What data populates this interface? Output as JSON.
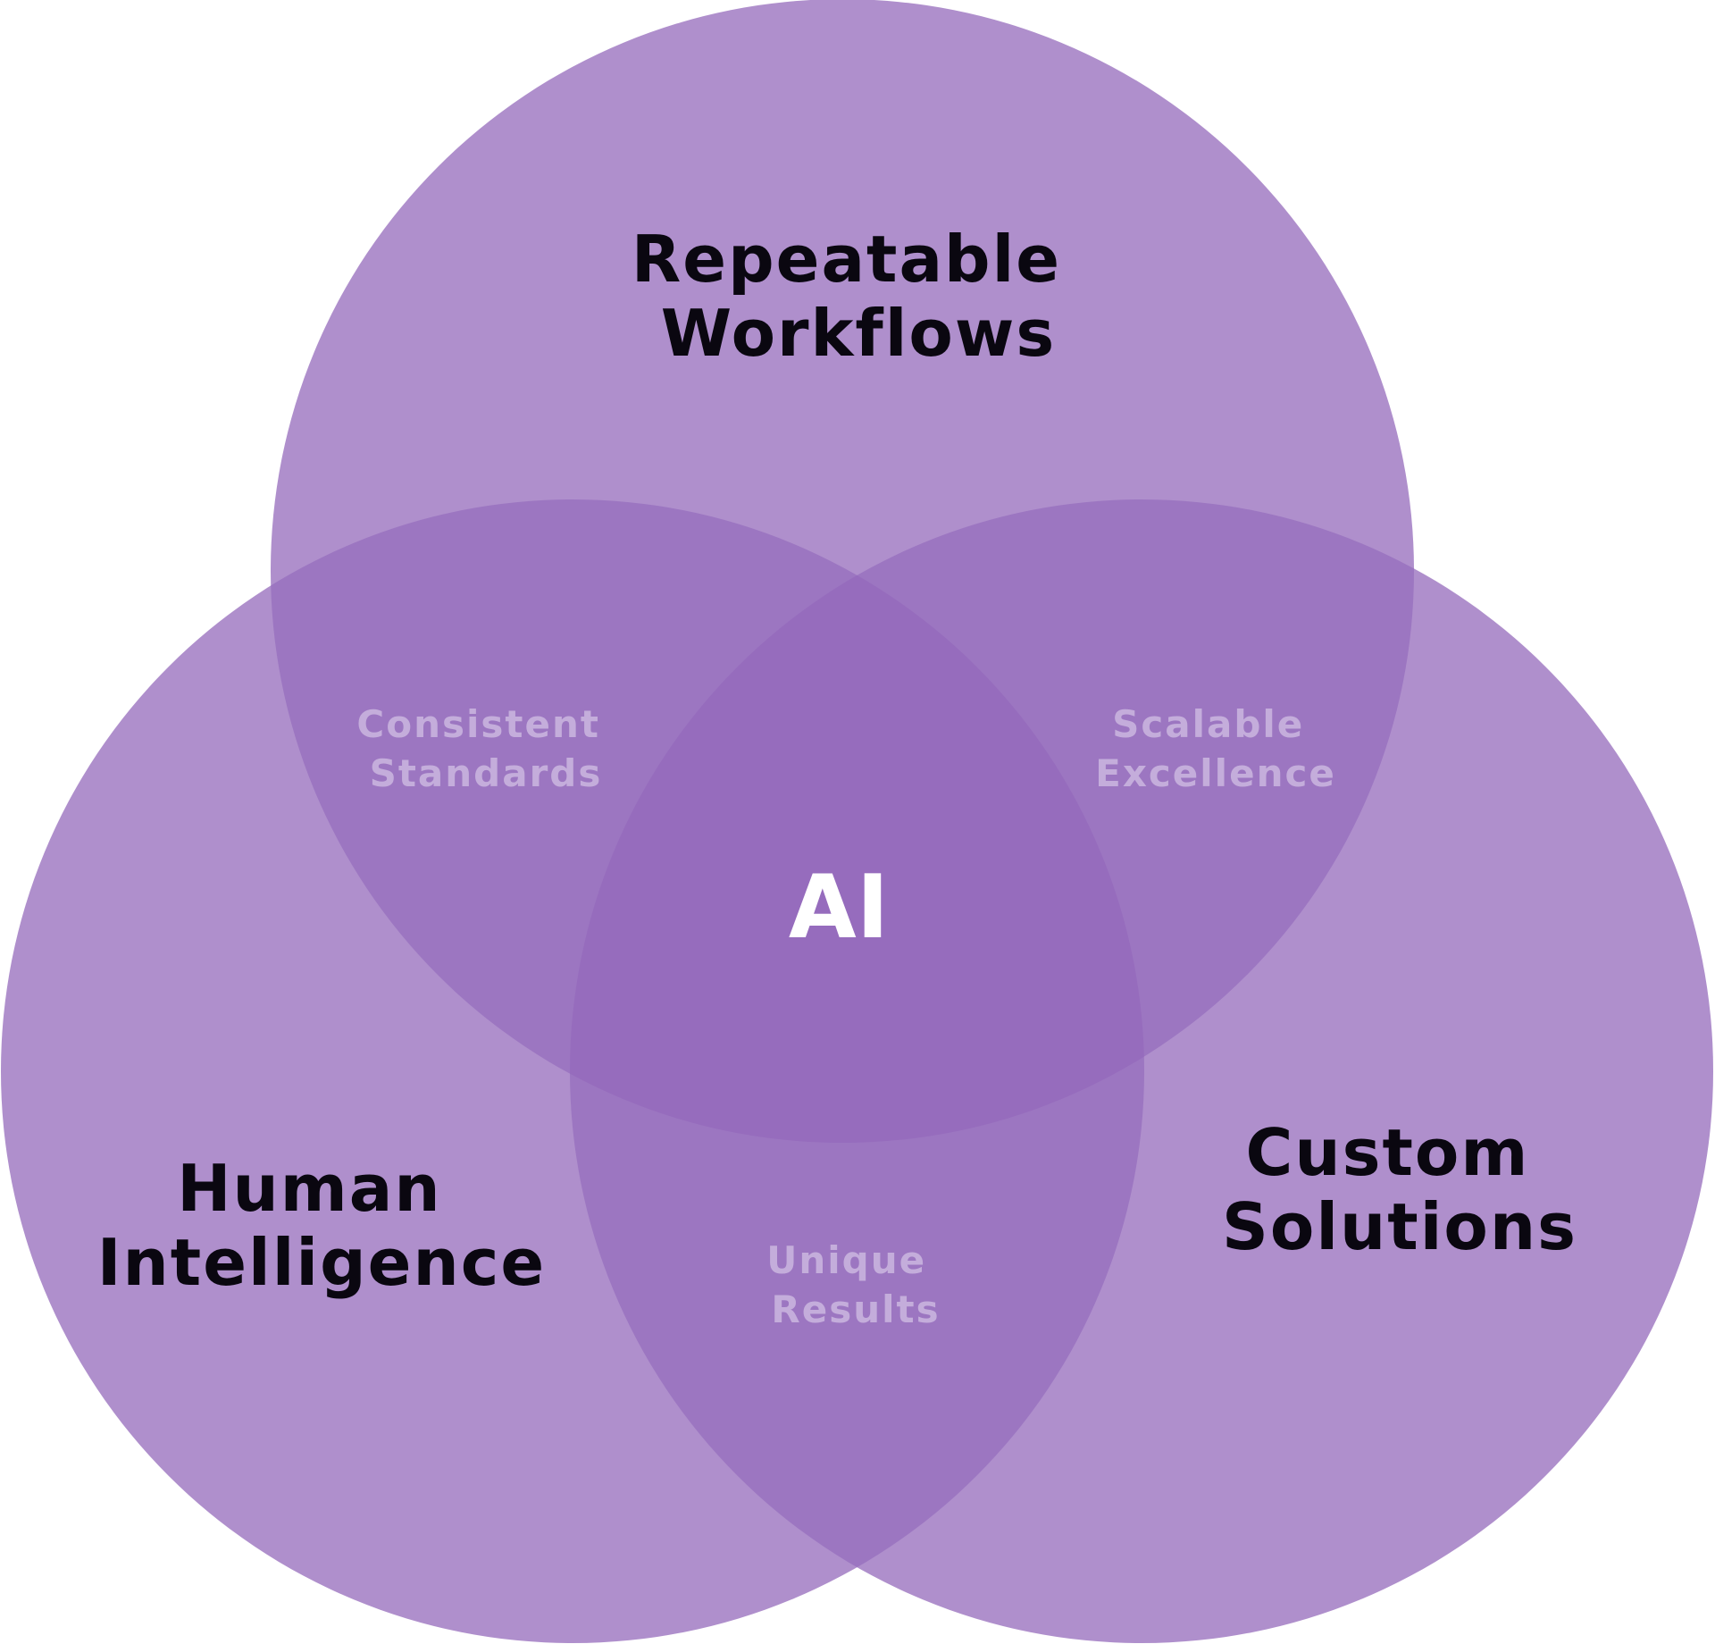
{
  "diagram": {
    "type": "venn",
    "sets": [
      {
        "id": "top",
        "label_lines": [
          "Repeatable",
          "Workflows"
        ]
      },
      {
        "id": "left",
        "label_lines": [
          "Human",
          "Intelligence"
        ]
      },
      {
        "id": "right",
        "label_lines": [
          "Custom",
          "Solutions"
        ]
      }
    ],
    "intersections": [
      {
        "sets": [
          "top",
          "left"
        ],
        "label_lines": [
          "Consistent",
          "Standards"
        ]
      },
      {
        "sets": [
          "top",
          "right"
        ],
        "label_lines": [
          "Scalable",
          "Excellence"
        ]
      },
      {
        "sets": [
          "left",
          "right"
        ],
        "label_lines": [
          "Unique",
          "Results"
        ]
      },
      {
        "sets": [
          "top",
          "left",
          "right"
        ],
        "label": "AI"
      }
    ],
    "colors": {
      "single": "#af8fcc",
      "double": "#9c76c1",
      "triple": "#966cbd",
      "main_label": "#0a0710",
      "intersection_label": "#c4addb",
      "center_label": "#ffffff"
    }
  }
}
